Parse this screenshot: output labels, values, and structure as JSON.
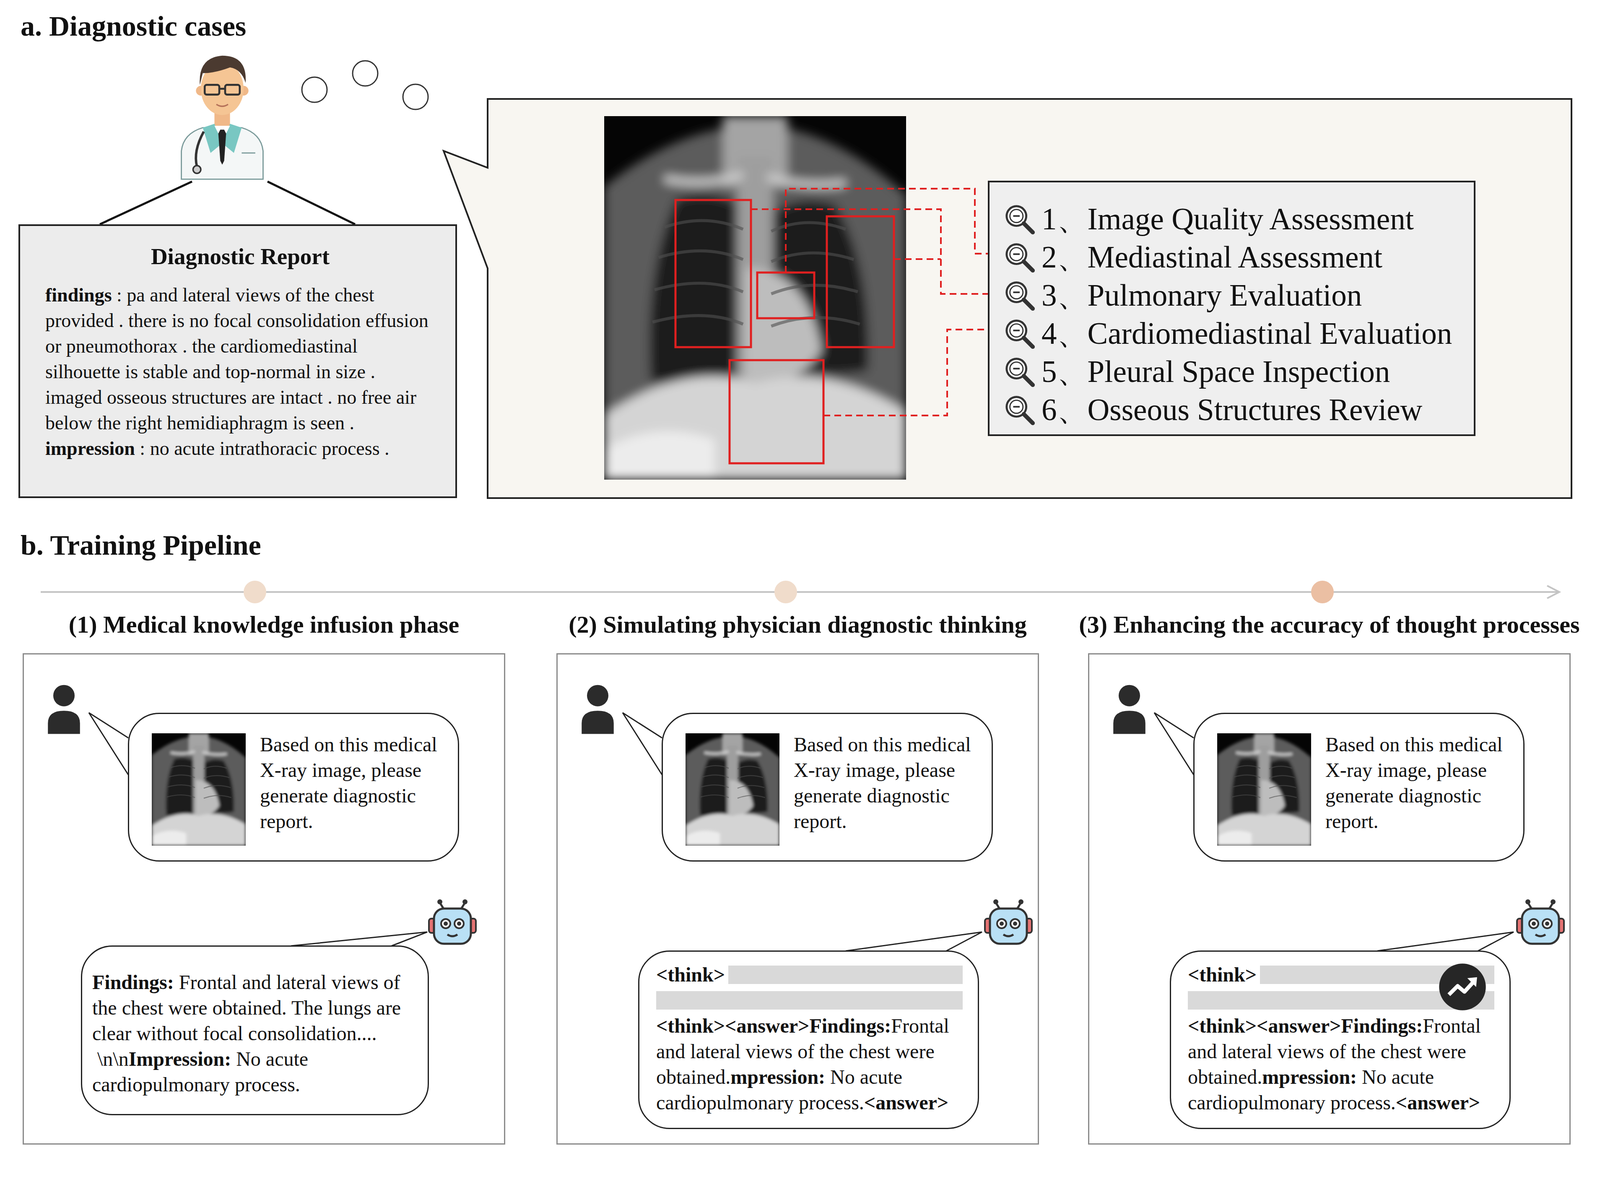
{
  "diagram": {
    "nodes": [
      {
        "text": [
          "Diagnostic Report",
          "findings",
          ": pa and lateral views of the chest provided . there is no focal consolidation effusion or pneumothorax . the cardiomediastinal silhouette is stable and top-normal in size . imaged osseous structures are intact . no free air below the right hemidiaphragm is seen .",
          "impression",
          ": no acute intrathoracic process ."
        ]
      },
      {
        "text": [
          "1、Image Quality Assessment",
          "2、Mediastinal Assessment",
          "3、Pulmonary Evaluation",
          "4、Cardiomediastinal Evaluation",
          "5、Pleural Space Inspection",
          "6、Osseous Structures Review"
        ]
      },
      {
        "text": [
          "(1) Medical knowledge infusion phase"
        ]
      },
      {
        "text": [
          "Based on this medical X-ray image, please generate diagnostic report."
        ],
        "in": 2
      },
      {
        "text": [
          "Findings:",
          "Frontal and lateral views of the chest were obtained. The lungs are clear without focal consolidation....",
          "\\n\\n",
          "Impression:",
          "No acute cardiopulmonary process."
        ],
        "in": 2
      },
      {
        "text": [
          "(2) Simulating physician diagnostic thinking"
        ]
      },
      {
        "text": [
          "Based on this medical X-ray image, please generate diagnostic report."
        ],
        "in": 5
      },
      {
        "text": [
          "<think>",
          "<think><answer>Findings:",
          "Frontal and lateral views of the chest were obtained.",
          "mpression:",
          "No acute cardiopulmonary process.",
          "<answer>"
        ],
        "in": 5
      },
      {
        "text": [
          "(3) Enhancing the accuracy of thought processes"
        ]
      },
      {
        "text": [
          "Based on this medical X-ray image, please generate diagnostic report."
        ],
        "in": 8
      },
      {
        "text": [
          "<think>",
          "<think><answer>Findings:",
          "Frontal and lateral views of the chest were obtained.",
          "mpression:",
          "No acute cardiopulmonary process.",
          "<answer>"
        ],
        "in": 8
      }
    ],
    "labels": [
      "a. Diagnostic cases",
      "b. Training Pipeline"
    ]
  }
}
